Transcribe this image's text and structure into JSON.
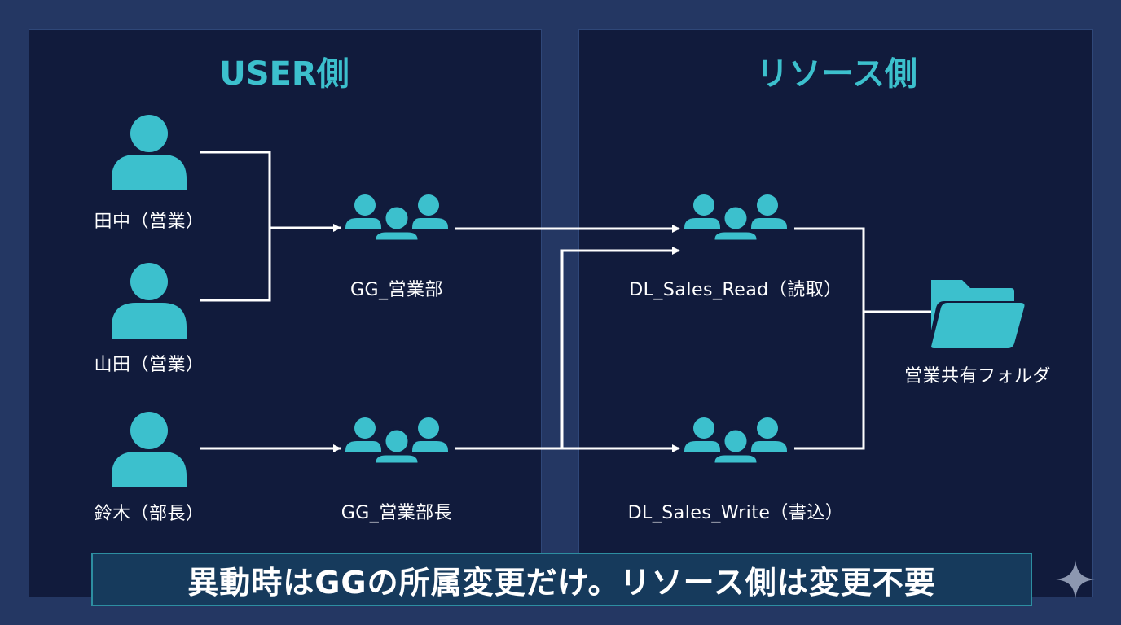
{
  "user_side": {
    "title": "USER側",
    "users": [
      {
        "label": "田中（営業）",
        "icon": "person-icon"
      },
      {
        "label": "山田（営業）",
        "icon": "person-icon"
      },
      {
        "label": "鈴木（部長）",
        "icon": "person-icon"
      }
    ],
    "groups": [
      {
        "label": "GG_営業部",
        "icon": "group-icon"
      },
      {
        "label": "GG_営業部長",
        "icon": "group-icon"
      }
    ]
  },
  "resource_side": {
    "title": "リソース側",
    "groups": [
      {
        "label": "DL_Sales_Read（読取）",
        "icon": "group-icon"
      },
      {
        "label": "DL_Sales_Write（書込）",
        "icon": "group-icon"
      }
    ],
    "folder": {
      "label": "営業共有フォルダ",
      "icon": "folder-icon"
    }
  },
  "caption": "異動時はGGの所属変更だけ。リソース側は変更不要",
  "colors": {
    "background": "#243763",
    "panel": "#111b3c",
    "accent": "#3cc0cd",
    "text": "#ffffff",
    "connector": "#ffffff"
  }
}
